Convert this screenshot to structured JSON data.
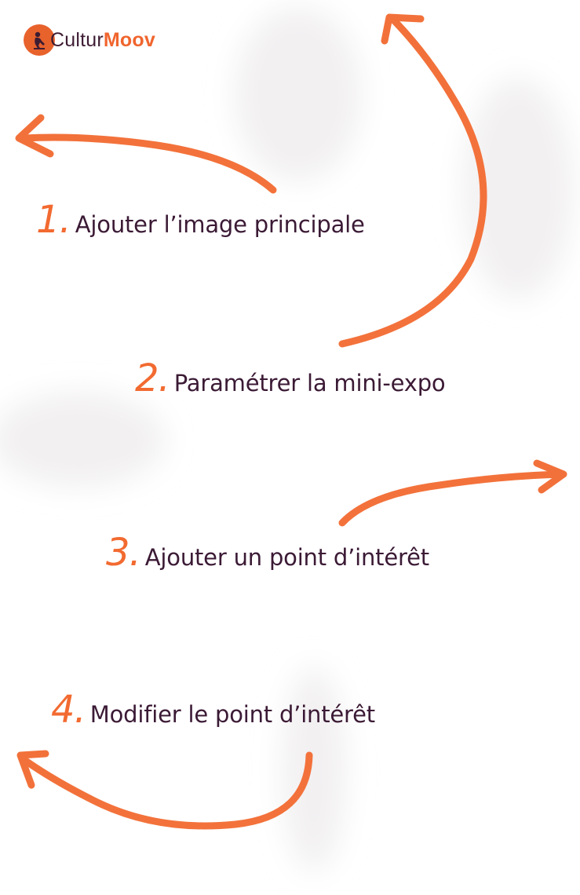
{
  "brand": {
    "name_part1": "Cultur",
    "name_part2": "Moov"
  },
  "steps": [
    {
      "number": "1.",
      "label": "Ajouter l’image principale"
    },
    {
      "number": "2.",
      "label": "Paramétrer la mini-expo"
    },
    {
      "number": "3.",
      "label": "Ajouter un point d’intérêt"
    },
    {
      "number": "4.",
      "label": "Modifier le point d’intérêt"
    }
  ],
  "colors": {
    "accent": "#f26a30",
    "text": "#3b1a35",
    "brand_dark": "#3d1c33"
  }
}
